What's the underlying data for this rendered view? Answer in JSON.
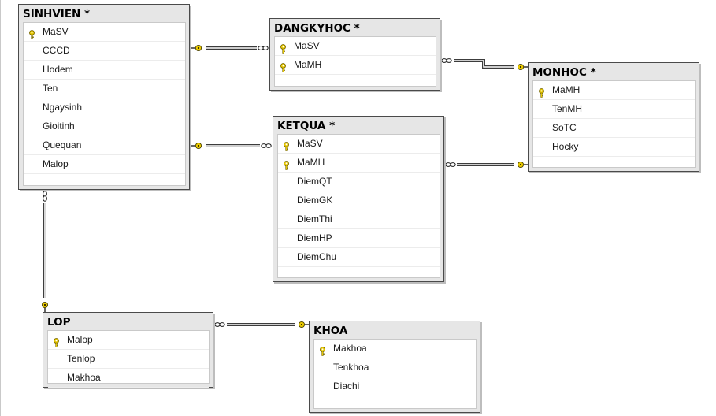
{
  "diagram": {
    "tables": [
      {
        "id": "sinhvien",
        "title": "SINHVIEN *",
        "columns": [
          {
            "name": "MaSV",
            "key": true
          },
          {
            "name": "CCCD",
            "key": false
          },
          {
            "name": "Hodem",
            "key": false
          },
          {
            "name": "Ten",
            "key": false
          },
          {
            "name": "Ngaysinh",
            "key": false
          },
          {
            "name": "Gioitinh",
            "key": false
          },
          {
            "name": "Quequan",
            "key": false
          },
          {
            "name": "Malop",
            "key": false
          }
        ]
      },
      {
        "id": "dangkyhoc",
        "title": "DANGKYHOC *",
        "columns": [
          {
            "name": "MaSV",
            "key": true
          },
          {
            "name": "MaMH",
            "key": true
          }
        ]
      },
      {
        "id": "monhoc",
        "title": "MONHOC *",
        "columns": [
          {
            "name": "MaMH",
            "key": true
          },
          {
            "name": "TenMH",
            "key": false
          },
          {
            "name": "SoTC",
            "key": false
          },
          {
            "name": "Hocky",
            "key": false
          }
        ]
      },
      {
        "id": "ketqua",
        "title": "KETQUA *",
        "columns": [
          {
            "name": "MaSV",
            "key": true
          },
          {
            "name": "MaMH",
            "key": true
          },
          {
            "name": "DiemQT",
            "key": false
          },
          {
            "name": "DiemGK",
            "key": false
          },
          {
            "name": "DiemThi",
            "key": false
          },
          {
            "name": "DiemHP",
            "key": false
          },
          {
            "name": "DiemChu",
            "key": false
          }
        ]
      },
      {
        "id": "lop",
        "title": "LOP",
        "columns": [
          {
            "name": "Malop",
            "key": true
          },
          {
            "name": "Tenlop",
            "key": false
          },
          {
            "name": "Makhoa",
            "key": false
          }
        ]
      },
      {
        "id": "khoa",
        "title": "KHOA",
        "columns": [
          {
            "name": "Makhoa",
            "key": true
          },
          {
            "name": "Tenkhoa",
            "key": false
          },
          {
            "name": "Diachi",
            "key": false
          }
        ]
      }
    ],
    "relationships": [
      {
        "from": "dangkyhoc",
        "to": "sinhvien"
      },
      {
        "from": "dangkyhoc",
        "to": "monhoc"
      },
      {
        "from": "ketqua",
        "to": "sinhvien"
      },
      {
        "from": "ketqua",
        "to": "monhoc"
      },
      {
        "from": "sinhvien",
        "to": "lop"
      },
      {
        "from": "lop",
        "to": "khoa"
      }
    ],
    "colors": {
      "key": "#e8c800",
      "line": "#3c3c3c",
      "title_bg": "#e6e6e6"
    }
  }
}
